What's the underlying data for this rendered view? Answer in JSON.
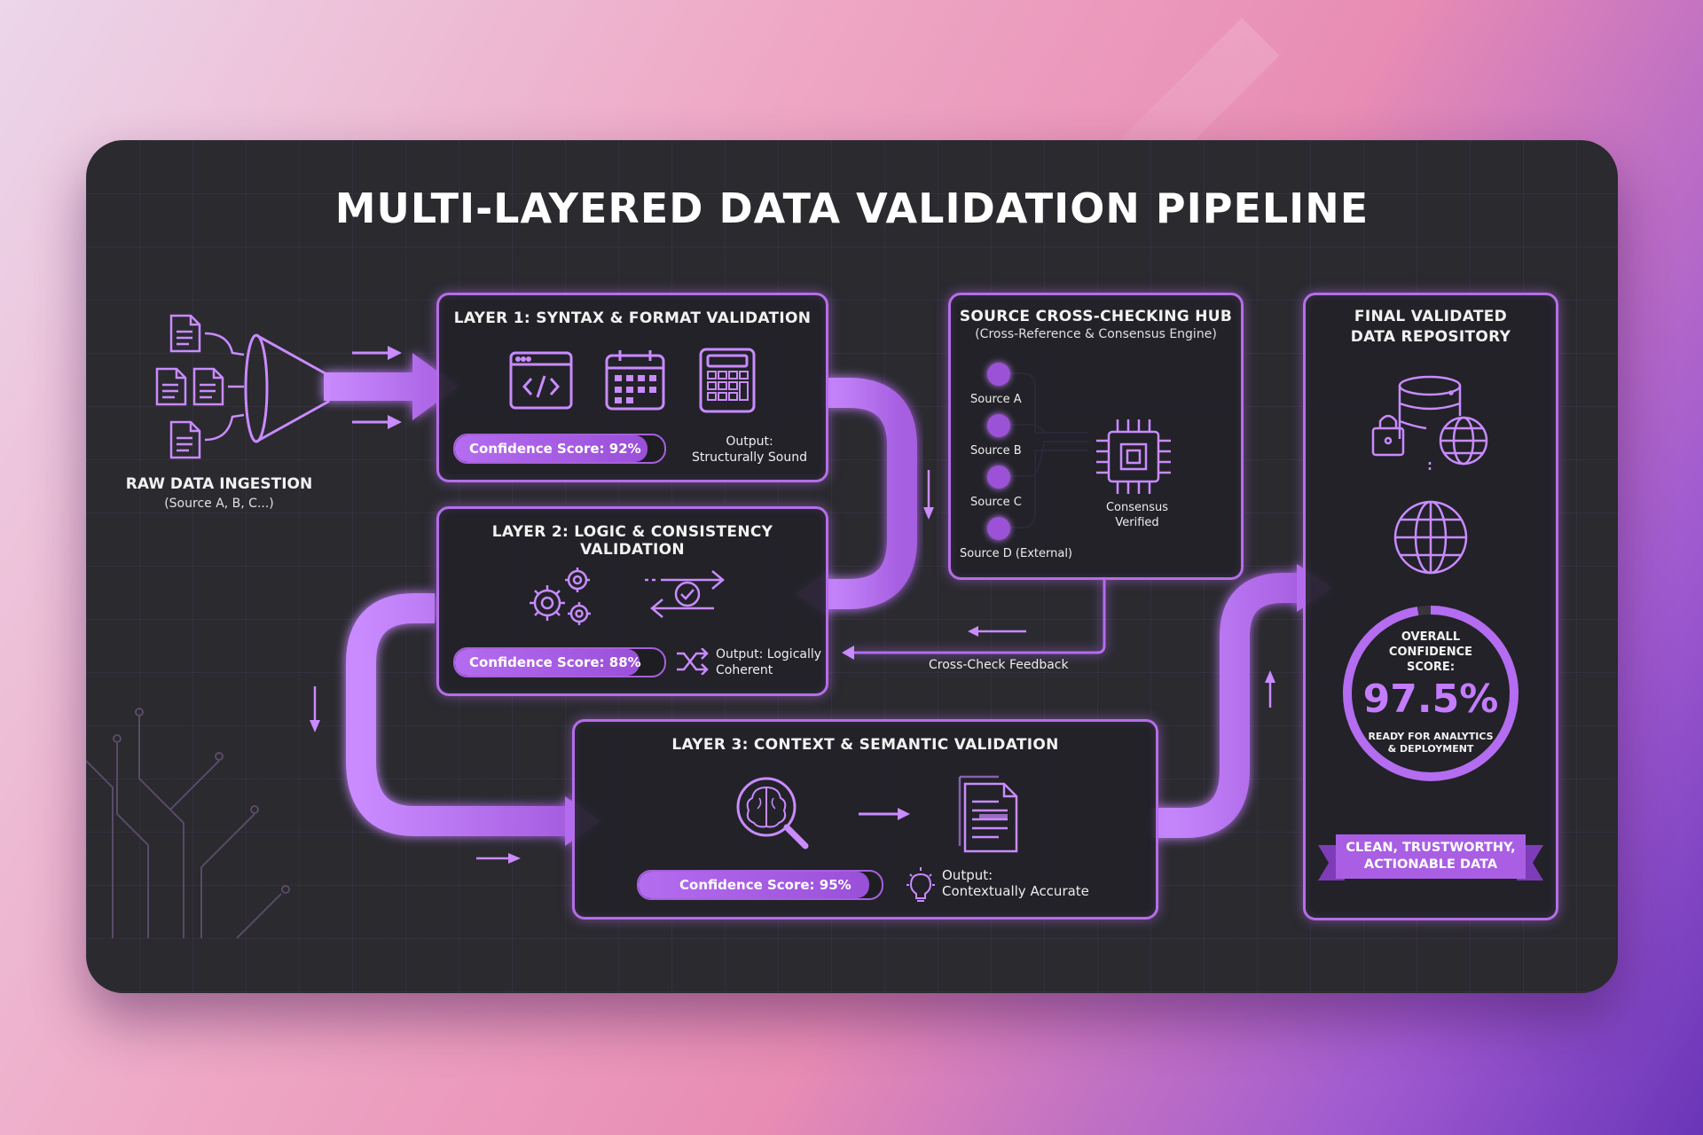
{
  "title": "MULTI-LAYERED DATA VALIDATION PIPELINE",
  "ingestion": {
    "title": "RAW DATA INGESTION",
    "subtitle": "(Source A, B, C...)",
    "icons": [
      "document-icon",
      "funnel-icon"
    ]
  },
  "layer1": {
    "title": "LAYER 1: SYNTAX & FORMAT VALIDATION",
    "icons": [
      "code-window-icon",
      "calendar-icon",
      "calculator-icon"
    ],
    "confidence_label": "Confidence Score: 92%",
    "confidence_value": 0.92,
    "output_label": "Output:",
    "output_value": "Structurally Sound"
  },
  "layer2": {
    "title": "LAYER 2: LOGIC & CONSISTENCY VALIDATION",
    "icons": [
      "gears-icon",
      "exchange-check-icon",
      "shuffle-icon"
    ],
    "confidence_label": "Confidence Score: 88%",
    "confidence_value": 0.88,
    "output_label": "Output: Logically",
    "output_value": "Coherent"
  },
  "layer3": {
    "title": "LAYER 3: CONTEXT & SEMANTIC VALIDATION",
    "icons": [
      "brain-magnifier-icon",
      "document-icon",
      "lightbulb-icon"
    ],
    "confidence_label": "Confidence Score: 95%",
    "confidence_value": 0.95,
    "output_label": "Output:",
    "output_value": "Contextually Accurate"
  },
  "hub": {
    "title": "SOURCE CROSS-CHECKING HUB",
    "subtitle": "(Cross-Reference & Consensus Engine)",
    "sources": [
      "Source A",
      "Source B",
      "Source C",
      "Source D (External)"
    ],
    "engine_label_1": "Consensus",
    "engine_label_2": "Verified",
    "feedback_label": "Cross-Check Feedback",
    "icons": [
      "chip-icon"
    ]
  },
  "repository": {
    "title_1": "FINAL VALIDATED",
    "title_2": "DATA REPOSITORY",
    "icons": [
      "database-icon",
      "lock-icon",
      "globe-icon"
    ],
    "score_label_1": "OVERALL",
    "score_label_2": "CONFIDENCE",
    "score_label_3": "SCORE:",
    "score_value": "97.5%",
    "score_fraction": 0.975,
    "ready_1": "READY FOR ANALYTICS",
    "ready_2": "& DEPLOYMENT",
    "banner_1": "CLEAN, TRUSTWORTHY,",
    "banner_2": "ACTIONABLE DATA"
  },
  "colors": {
    "accent": "#b56ee8",
    "accent_bright": "#c47cff",
    "panel": "#2a2a2f"
  }
}
